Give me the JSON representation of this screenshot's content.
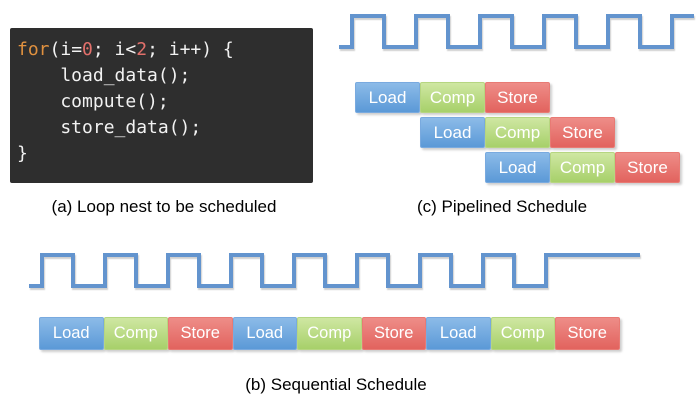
{
  "panel_a": {
    "caption": "(a) Loop nest to be scheduled",
    "code_lines": [
      [
        {
          "t": "for",
          "s": "kw"
        },
        {
          "t": "(i=",
          "s": "pl"
        },
        {
          "t": "0",
          "s": "num"
        },
        {
          "t": "; i<",
          "s": "pl"
        },
        {
          "t": "2",
          "s": "num"
        },
        {
          "t": "; i++) {",
          "s": "pl"
        }
      ],
      [
        {
          "t": "    load_data();",
          "s": "pl"
        }
      ],
      [
        {
          "t": "    compute();",
          "s": "pl"
        }
      ],
      [
        {
          "t": "    store_data();",
          "s": "pl"
        }
      ],
      [
        {
          "t": "}",
          "s": "pl"
        }
      ]
    ]
  },
  "panel_c": {
    "caption": "(c) Pipelined Schedule",
    "clock_pulses": 6,
    "rows": [
      [
        {
          "label": "Load",
          "type": "load"
        },
        {
          "label": "Comp",
          "type": "comp"
        },
        {
          "label": "Store",
          "type": "store"
        }
      ],
      [
        {
          "label": "Load",
          "type": "load"
        },
        {
          "label": "Comp",
          "type": "comp"
        },
        {
          "label": "Store",
          "type": "store"
        }
      ],
      [
        {
          "label": "Load",
          "type": "load"
        },
        {
          "label": "Comp",
          "type": "comp"
        },
        {
          "label": "Store",
          "type": "store"
        }
      ]
    ]
  },
  "panel_b": {
    "caption": "(b) Sequential Schedule",
    "clock_pulses": 9,
    "sequence": [
      {
        "label": "Load",
        "type": "load"
      },
      {
        "label": "Comp",
        "type": "comp"
      },
      {
        "label": "Store",
        "type": "store"
      },
      {
        "label": "Load",
        "type": "load"
      },
      {
        "label": "Comp",
        "type": "comp"
      },
      {
        "label": "Store",
        "type": "store"
      },
      {
        "label": "Load",
        "type": "load"
      },
      {
        "label": "Comp",
        "type": "comp"
      },
      {
        "label": "Store",
        "type": "store"
      }
    ]
  },
  "colors": {
    "load_block": "#5b99d7",
    "comp_block": "#a7d06a",
    "store_block": "#e2635e",
    "clock_line": "#6394ce",
    "code_background": "#2e2e2e",
    "code_keyword": "#e0913f",
    "code_number": "#e2706b",
    "code_plain": "#f2f2f2"
  }
}
